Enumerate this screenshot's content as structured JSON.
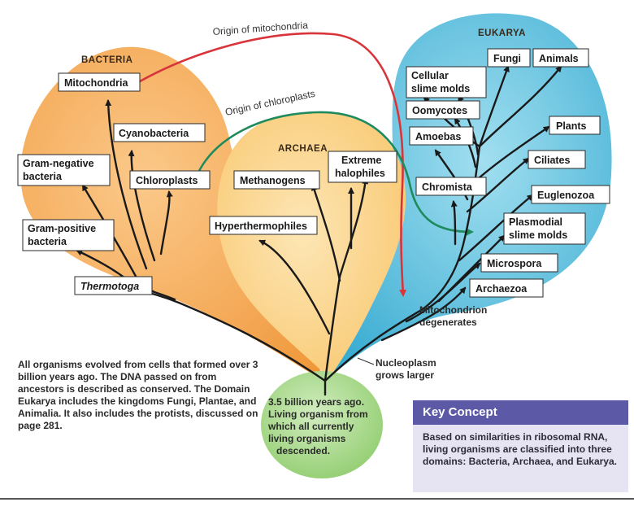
{
  "domains": {
    "bacteria": "BACTERIA",
    "archaea": "ARCHAEA",
    "eukarya": "EUKARYA"
  },
  "bacteria_labels": {
    "mitochondria": "Mitochondria",
    "cyanobacteria": "Cyanobacteria",
    "gram_negative": [
      "Gram-negative",
      "bacteria"
    ],
    "chloroplasts": "Chloroplasts",
    "gram_positive": [
      "Gram-positive",
      "bacteria"
    ],
    "thermotoga": "Thermotoga"
  },
  "archaea_labels": {
    "methanogens": "Methanogens",
    "extreme_halophiles": [
      "Extreme",
      "halophiles"
    ],
    "hyperthermophiles": "Hyperthermophiles"
  },
  "eukarya_labels": {
    "fungi": "Fungi",
    "animals": "Animals",
    "cellular_slime_molds": [
      "Cellular",
      "slime molds"
    ],
    "oomycotes": "Oomycotes",
    "amoebas": "Amoebas",
    "plants": "Plants",
    "ciliates": "Ciliates",
    "chromista": "Chromista",
    "euglenozoa": "Euglenozoa",
    "plasmodial_slime_molds": [
      "Plasmodial",
      "slime molds"
    ],
    "microspora": "Microspora",
    "archaezoa": "Archaezoa"
  },
  "arcs": {
    "mitochondria_origin": "Origin of mitochondria",
    "chloroplast_origin": "Origin of chloroplasts"
  },
  "notes": {
    "mitochondrion_degenerates": [
      "Mitochondrion",
      "degenerates"
    ],
    "nucleoplasm": [
      "Nucleoplasm",
      "grows larger"
    ]
  },
  "root": [
    "3.5 billion years ago.",
    "Living organism from",
    "which all currently",
    "living organisms",
    "descended."
  ],
  "description": "All organisms evolved from cells that formed over 3 billion years ago. The DNA passed on from ancestors is described as conserved. The Domain Eukarya includes the kingdoms Fungi, Plantae, and Animalia. It also includes the protists, discussed on page 281.",
  "key_concept": {
    "title": "Key Concept",
    "body": "Based on similarities in ribosomal RNA, living organisms are classified into three domains: Bacteria, Archaea, and Eukarya."
  },
  "colors": {
    "bacteria_fill": "#f6ad5c",
    "archaea_fill": "#fbd88c",
    "eukarya_fill": "#56bfdc",
    "root_fill": "#a9d98a",
    "mito_arc": "#d8343a",
    "chloro_arc": "#1f8a5c",
    "key_header": "#5c5aa7"
  }
}
